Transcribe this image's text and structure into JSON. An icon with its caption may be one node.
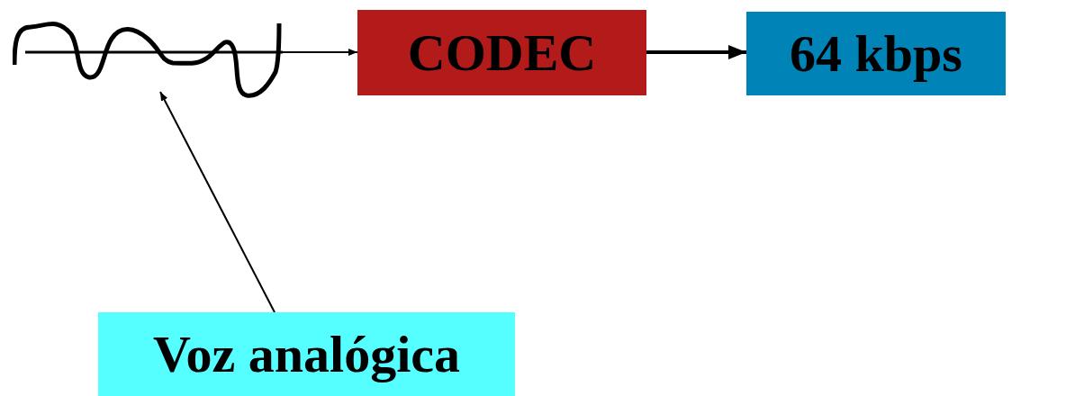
{
  "diagram": {
    "nodes": [
      {
        "text": [],
        "shape": "picture"
      },
      {
        "text": [
          "CODEC"
        ]
      },
      {
        "text": [
          "64 kbps"
        ]
      },
      {
        "text": [
          "Voz analógica"
        ]
      }
    ],
    "edges": [
      {
        "from": 0,
        "to": 1,
        "arrow": "to"
      },
      {
        "from": 1,
        "to": 2,
        "arrow": "to",
        "style": "thick"
      },
      {
        "from": 3,
        "to": 0,
        "arrow": "to"
      }
    ]
  }
}
